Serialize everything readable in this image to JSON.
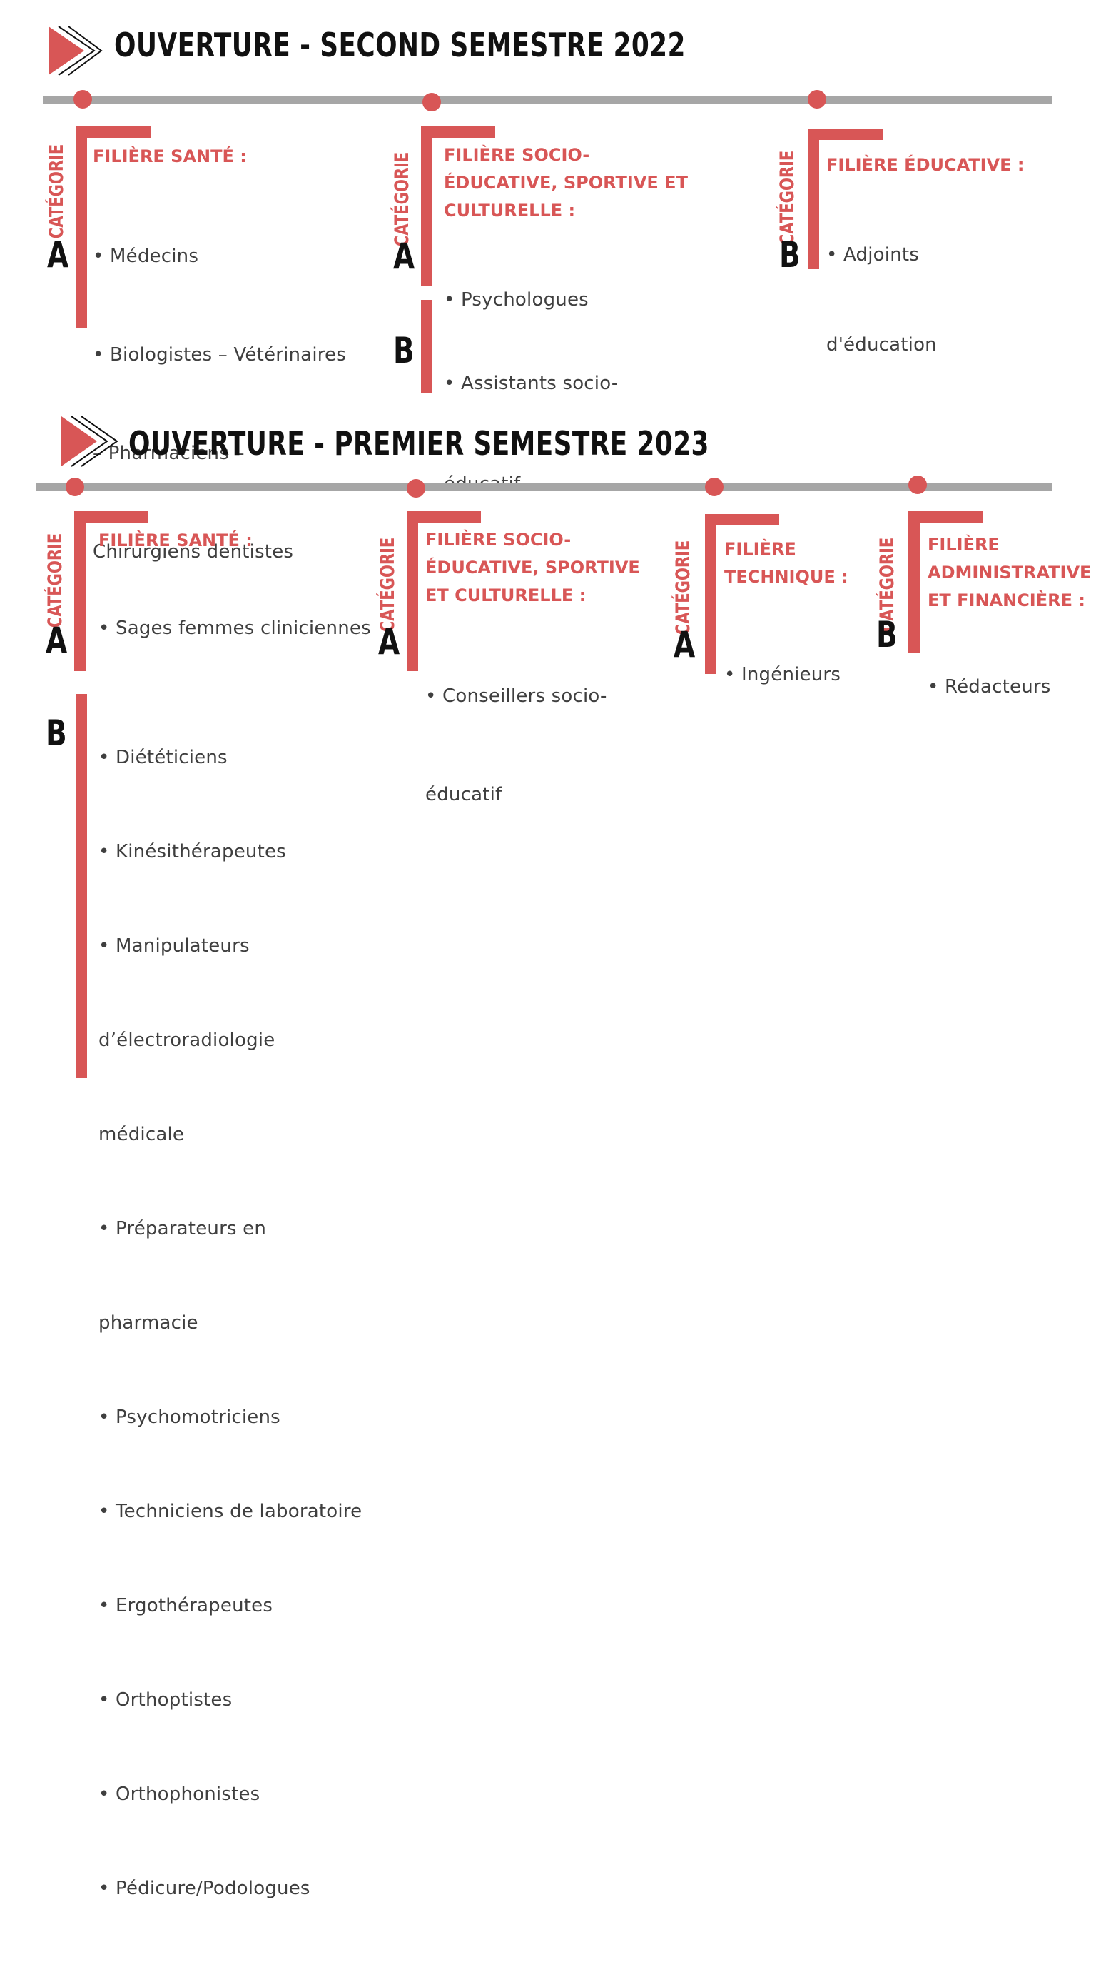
{
  "colors": {
    "accent": "#d85656",
    "line": "#a6a6a6",
    "text": "#3f3f3f",
    "title": "#111111"
  },
  "sections": [
    {
      "title": "OUVERTURE - SECOND SEMESTRE 2022",
      "blocks": [
        {
          "category_label": "CATÉGORIE",
          "letter": "A",
          "heading": [
            "FILIÈRE SANTÉ :"
          ],
          "items": [
            "• Médecins",
            "• Biologistes – Vétérinaires",
            "– Pharmaciens –",
            "Chirurgiens dentistes"
          ]
        },
        {
          "category_label": "CATÉGORIE",
          "letter": "A",
          "heading": [
            "FILIÈRE SOCIO-",
            "ÉDUCATIVE, SPORTIVE ET",
            "CULTURELLE :"
          ],
          "items": [
            "• Psychologues"
          ],
          "sub": {
            "letter": "B",
            "items": [
              "• Assistants socio-",
              "éducatif"
            ]
          }
        },
        {
          "category_label": "CATÉGORIE",
          "letter": "B",
          "heading": [
            "FILIÈRE ÉDUCATIVE :"
          ],
          "items": [
            "• Adjoints",
            "d'éducation"
          ]
        }
      ]
    },
    {
      "title": "OUVERTURE - PREMIER SEMESTRE 2023",
      "blocks": [
        {
          "category_label": "CATÉGORIE",
          "letter": "A",
          "heading": [
            "FILIÈRE SANTÉ :"
          ],
          "items": [
            "• Sages femmes cliniciennes"
          ],
          "sub": {
            "letter": "B",
            "items": [
              "• Diététiciens",
              "• Kinésithérapeutes",
              "• Manipulateurs",
              "d’électroradiologie",
              "médicale",
              "• Préparateurs en",
              "pharmacie",
              "• Psychomotriciens",
              "• Techniciens de laboratoire",
              "• Ergothérapeutes",
              "• Orthoptistes",
              "• Orthophonistes",
              "• Pédicure/Podologues"
            ]
          }
        },
        {
          "category_label": "CATÉGORIE",
          "letter": "A",
          "heading": [
            "FILIÈRE SOCIO-",
            "ÉDUCATIVE, SPORTIVE",
            "ET CULTURELLE :"
          ],
          "items": [
            "• Conseillers socio-",
            "éducatif"
          ]
        },
        {
          "category_label": "CATÉGORIE",
          "letter": "A",
          "heading": [
            "FILIÈRE",
            "TECHNIQUE :"
          ],
          "items": [
            "• Ingénieurs"
          ]
        },
        {
          "category_label": "CATÉGORIE",
          "letter": "B",
          "heading": [
            "FILIÈRE",
            "ADMINISTRATIVE",
            "ET FINANCIÈRE :"
          ],
          "items": [
            "• Rédacteurs"
          ]
        }
      ]
    }
  ]
}
